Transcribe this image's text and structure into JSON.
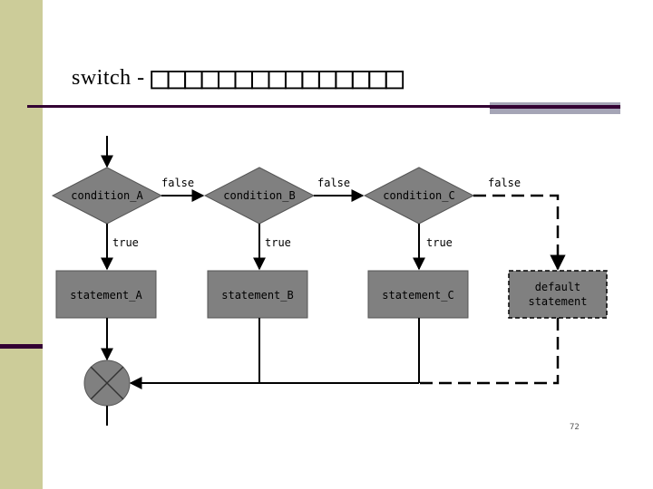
{
  "slide": {
    "title_prefix": "switch -",
    "title_glyphs": "□□□□□□□□□□□□□□□",
    "page_number": "72"
  },
  "diagram": {
    "conditions": [
      "condition_A",
      "condition_B",
      "condition_C"
    ],
    "statements": [
      "statement_A",
      "statement_B",
      "statement_C"
    ],
    "default_lines": [
      "default",
      "statement"
    ],
    "false_label": "false",
    "true_label": "true"
  },
  "colors": {
    "sidebar": "#cccc99",
    "accent_dark": "#330033",
    "accent_light": "#a5a5b6",
    "shape_fill": "#808080"
  }
}
